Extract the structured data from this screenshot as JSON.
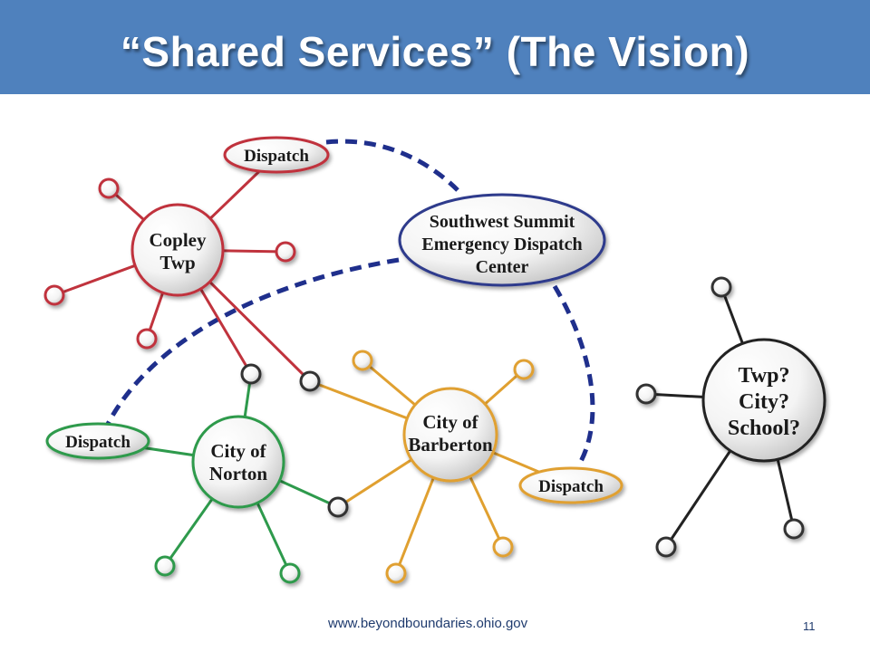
{
  "title": "“Shared Services” (The Vision)",
  "colors": {
    "header": "#4f81bd",
    "copley": "#c0333d",
    "norton": "#2e9a4c",
    "barberton": "#e0a030",
    "center": "#2e3a8c",
    "unknown": "#333333",
    "link": "#1f2f8c"
  },
  "nodes": {
    "copley": [
      "Copley",
      "Twp"
    ],
    "norton": [
      "City of",
      "Norton"
    ],
    "barberton": [
      "City of",
      "Barberton"
    ],
    "unknown": [
      "Twp?",
      "City?",
      "School?"
    ],
    "center": [
      "Southwest Summit",
      "Emergency Dispatch",
      "Center"
    ]
  },
  "dispatch": {
    "copley": "Dispatch",
    "norton": "Dispatch",
    "barberton": "Dispatch"
  },
  "footer": {
    "url": "www.beyondboundaries.ohio.gov",
    "page_number": "11"
  }
}
